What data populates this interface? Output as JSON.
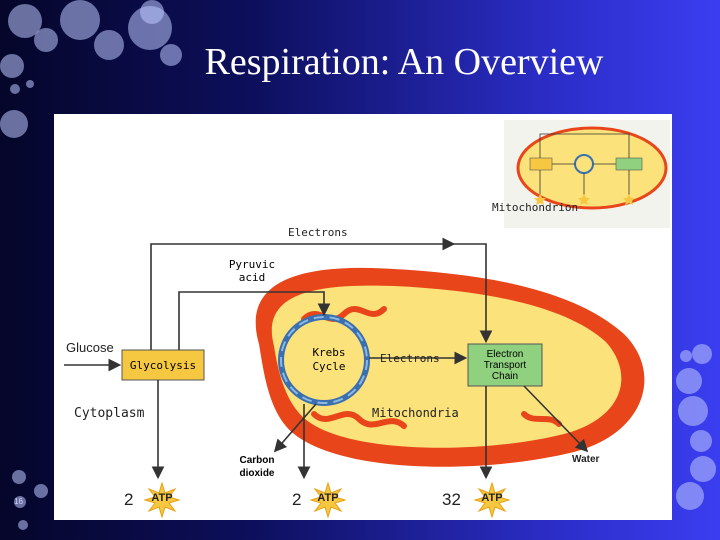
{
  "slide": {
    "title": "Respiration: An Overview",
    "page_number": "16"
  },
  "diagram": {
    "inset_label": "Mitochondrion",
    "electrons_top": "Electrons",
    "pyruvic_acid": "Pyruvic\nacid",
    "glucose": "Glucose",
    "glycolysis": "Glycolysis",
    "krebs_cycle": "Krebs\nCycle",
    "electrons_mid": "Electrons",
    "etc": "Electron\nTransport\nChain",
    "cytoplasm": "Cytoplasm",
    "mitochondria": "Mitochondria",
    "carbon_dioxide": "Carbon\ndioxide",
    "water": "Water",
    "atp_label": "ATP",
    "atp_glycolysis": "2",
    "atp_krebs": "2",
    "atp_etc": "32"
  },
  "colors": {
    "outer_membrane": "#e8461a",
    "matrix": "#fbe27a",
    "glycolysis_box": "#f6c842",
    "etc_box": "#8fd17f",
    "krebs_cycle": "#3a6fb0"
  }
}
